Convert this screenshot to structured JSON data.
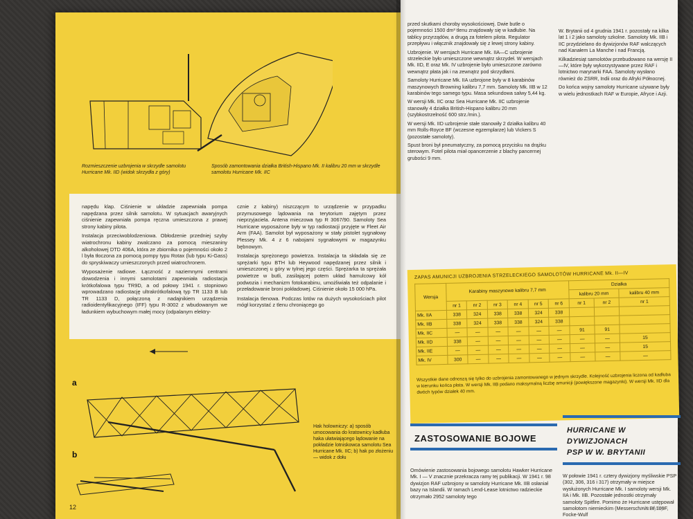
{
  "left_page": {
    "caption_left": "Rozmieszczenie uzbrojenia w skrzydle samolotu Hurricane Mk. IID (widok skrzydła z góry)",
    "caption_right": "Sposób zamontowania działka British-Hispano Mk. II kalibru 20 mm w skrzydle samolotu Hurricane Mk. IIC",
    "col1": [
      "napędu klap. Ciśnienie w układzie zapewniała pompa napędzana przez silnik samolotu. W sytuacjach awaryjnych ciśnienie zapewniała pompa ręczna umieszczona z prawej strony kabiny pilota.",
      "Instalacja przeciwoblodzeniowa. Obłodzenie przedniej szyby wiatrochronu kabiny zwalczano za pomocą mieszaniny alkoholowej DTD 406A, która ze zbiornika o pojemności około 2 l była tłoczona za pomocą pompy typu Rotax (lub typu Ki-Gass) do spryskiwaczy umieszczonych przed wiatrochronem.",
      "Wyposażenie radiowe. Łączność z naziemnymi centrami dowodzenia i innymi samolotami zapewniała radiostacja krótkofalowa typu TR9D, a od połowy 1941 r. stopniowo wprowadzano radiostację ultrakrótkofalową typ TR 1133 B lub TR 1133 D, połączoną z nadajnikiem urządzenia radioidentyfikacyjnego (IFF) typu R-3002 z wbudowanym we ładunkiem wybuchowym małej mocy (odpalanym elektry-"
    ],
    "col2": [
      "cznie z kabiny) niszczącym to urządzenie w przypadku przymusowego lądowania na terytorium zajętym przez nieprzyjaciela. Antena mieczowa typ R 3067/90. Samoloty Sea Hurricane wyposażone były w typ radiostacji przyjęte w Fleet Air Arm (FAA). Samolot był wyposażony w stały pistolet sygnałowy Plessey Mk. 4 z 6 nabojami sygnałowymi w magazynku bębnowym.",
      "Instalacja sprężonego powietrza. Instalacja ta składała się ze sprężarki typu BTH lub Heywood napędzanej przez silnik i umieszczonej u góry w tylnej jego części. Sprężarka ta sprężała powietrze w butli, zasilającej potem układ hamulcowy kół podwozia i mechanizm fotokarabinu, umożliwiała też odpalanie i przeładowanie broni pokładowej. Ciśnienie około 15 000 hPa.",
      "Instalacja tlenowa. Podczas lotów na dużych wysokościach pilot mógł korzystać z tlenu chroniącego go"
    ],
    "fig_a": "a",
    "fig_b": "b",
    "hak_caption": "Hak holowniczy: a) sposób umocowania do kratownicy kadłuba haka ułatwiającego lądowanie na pokładzie lotniskowca samolotu Sea Hurricane Mk. IIC; b) hak po złożeniu — widok z dołu",
    "page_number": "12"
  },
  "right_page": {
    "col1": [
      "przed skutkami choroby wysokościowej. Dwie butle o pojemności 1500 dm³ tlenu znajdowały się w kadłubie. Na tablicy przyrządów, a drugą za fotelem pilota. Regulator przepływu i włącznik znajdowały się z lewej strony kabiny.",
      "Uzbrojenie. W wersjach Hurricane Mk. IIA—C uzbrojenie strzeleckie było umieszczone wewnątrz skrzydeł. W wersjach Mk. IID, E oraz Mk. IV uzbrojenie było umieszczone zarówno wewnątrz płata jak i na zewnątrz pod skrzydłami.",
      "Samoloty Hurricane Mk. IIA uzbrojone były w 8 karabinów maszynowych Browning kalibru 7,7 mm. Samoloty Mk. IIB w 12 karabinów tego samego typu. Masa sekundowa salwy 5,44 kg.",
      "W wersji Mk. IIC oraz Sea Hurricane Mk. IIC uzbrojenie stanowiły 4 działka British-Hispano kalibru 20 mm (szybkostrzelność 600 strz./min.).",
      "W wersji Mk. IID uzbrojenie stałe stanowiły 2 działka kalibru 40 mm Rolls-Royce BF (wczesne egzemplarze) lub Vickers S (pozostałe samoloty).",
      "Spust broni był pneumatyczny, za pomocą przycisku na drążku sterowym. Fotel pilota miał opancerzenie z blachy pancernej grubości 9 mm."
    ],
    "col2": [
      "W. Brytanii od 4 grudnia 1941 r. pozostały na kilka lat 1 i 2 jako samoloty szkolne. Samoloty Mk. IIB i IIC przydzielano do dywizjonów RAF walczących nad Kanałem La Manche i nad Francją.",
      "Kilkadziesiąt samolotów przebudowano na wersję II—IV, które były wykorzystywane przez RAF i lotnictwo marynarki FAA. Samoloty wysłano również do ZSRR, Indii oraz do Afryki Północnej.",
      "Do końca wojny samoloty Hurricane używane były w wielu jednostkach RAF w Europie, Afryce i Azji."
    ]
  },
  "ammo_table": {
    "title": "ZAPAS AMUNICJI UZBROJENIA STRZELECKIEGO SAMOLOTÓW HURRICANE Mk. II—IV",
    "wersja_label": "Wersja",
    "karabiny_label": "Karabiny maszynowe kalibru 7,7 mm",
    "dzialka_label": "Działka",
    "kaliber20_label": "kalibru 20 mm",
    "kaliber40_label": "kalibru 40 mm",
    "columns": [
      "nr 1",
      "nr 2",
      "nr 3",
      "nr 4",
      "nr 5",
      "nr 6",
      "nr 1",
      "nr 2",
      "nr 1"
    ],
    "rows": [
      {
        "version": "Mk. IIA",
        "values": [
          "338",
          "324",
          "338",
          "338",
          "324",
          "338",
          "",
          "",
          ""
        ]
      },
      {
        "version": "Mk. IIB",
        "values": [
          "338",
          "324",
          "338",
          "338",
          "324",
          "338",
          "",
          "",
          ""
        ]
      },
      {
        "version": "Mk. IIC",
        "values": [
          "—",
          "—",
          "—",
          "—",
          "—",
          "—",
          "91",
          "91",
          ""
        ]
      },
      {
        "version": "Mk. IID",
        "values": [
          "338",
          "—",
          "—",
          "—",
          "—",
          "—",
          "—",
          "—",
          "15"
        ]
      },
      {
        "version": "Mk. IIE",
        "values": [
          "—",
          "—",
          "—",
          "—",
          "—",
          "—",
          "—",
          "—",
          "15"
        ]
      },
      {
        "version": "Mk. IV",
        "values": [
          "300",
          "—",
          "—",
          "—",
          "—",
          "—",
          "—",
          "—",
          "—"
        ]
      }
    ],
    "note": "Wszystkie dane odnoszą się tylko do uzbrojenia zamontowanego w jednym skrzydle. Kolejność uzbrojenia liczona od kadłuba w kierunku końca płata. W wersji Mk. IIB podano maksymalną liczbę amunicji (powiększone magazynki). W wersji Mk. IID dla dwóch typów działek 40 mm."
  },
  "sections": {
    "bojowe_title": "ZASTOSOWANIE BOJOWE",
    "bojowe_text": "Omówienie zastosowania bojowego samolotu Hawker Hurricane Mk. I — V znacznie przekracza ramy tej publikacji. W 1941 r. 98 dywizjon RAF uzbrojony w samoloty Hurricane Mk. IIB osłaniał bazy na Islandii. W ramach Lend-Lease lotnictwo radzieckie otrzymało 2952 samoloty tego",
    "psp_title_1": "HURRICANE W DYWIZJONACH",
    "psp_title_2": "PSP W W. BRYTANII",
    "psp_text": "W połowie 1941 r. cztery dywizjony myśliwskie PSP (302, 306, 316 i 317) otrzymały w miejsce wysłużonych Hurricane Mk. I samoloty wersji Mk. IIA i Mk. IIB. Pozostałe jednostki otrzymały samoloty Spitfire. Pomimo że Hurricane ustępował samolotom niemieckim (Messerschmitt Bf 109F, Focke-Wulf"
  },
  "watermark": "www.ay.by"
}
